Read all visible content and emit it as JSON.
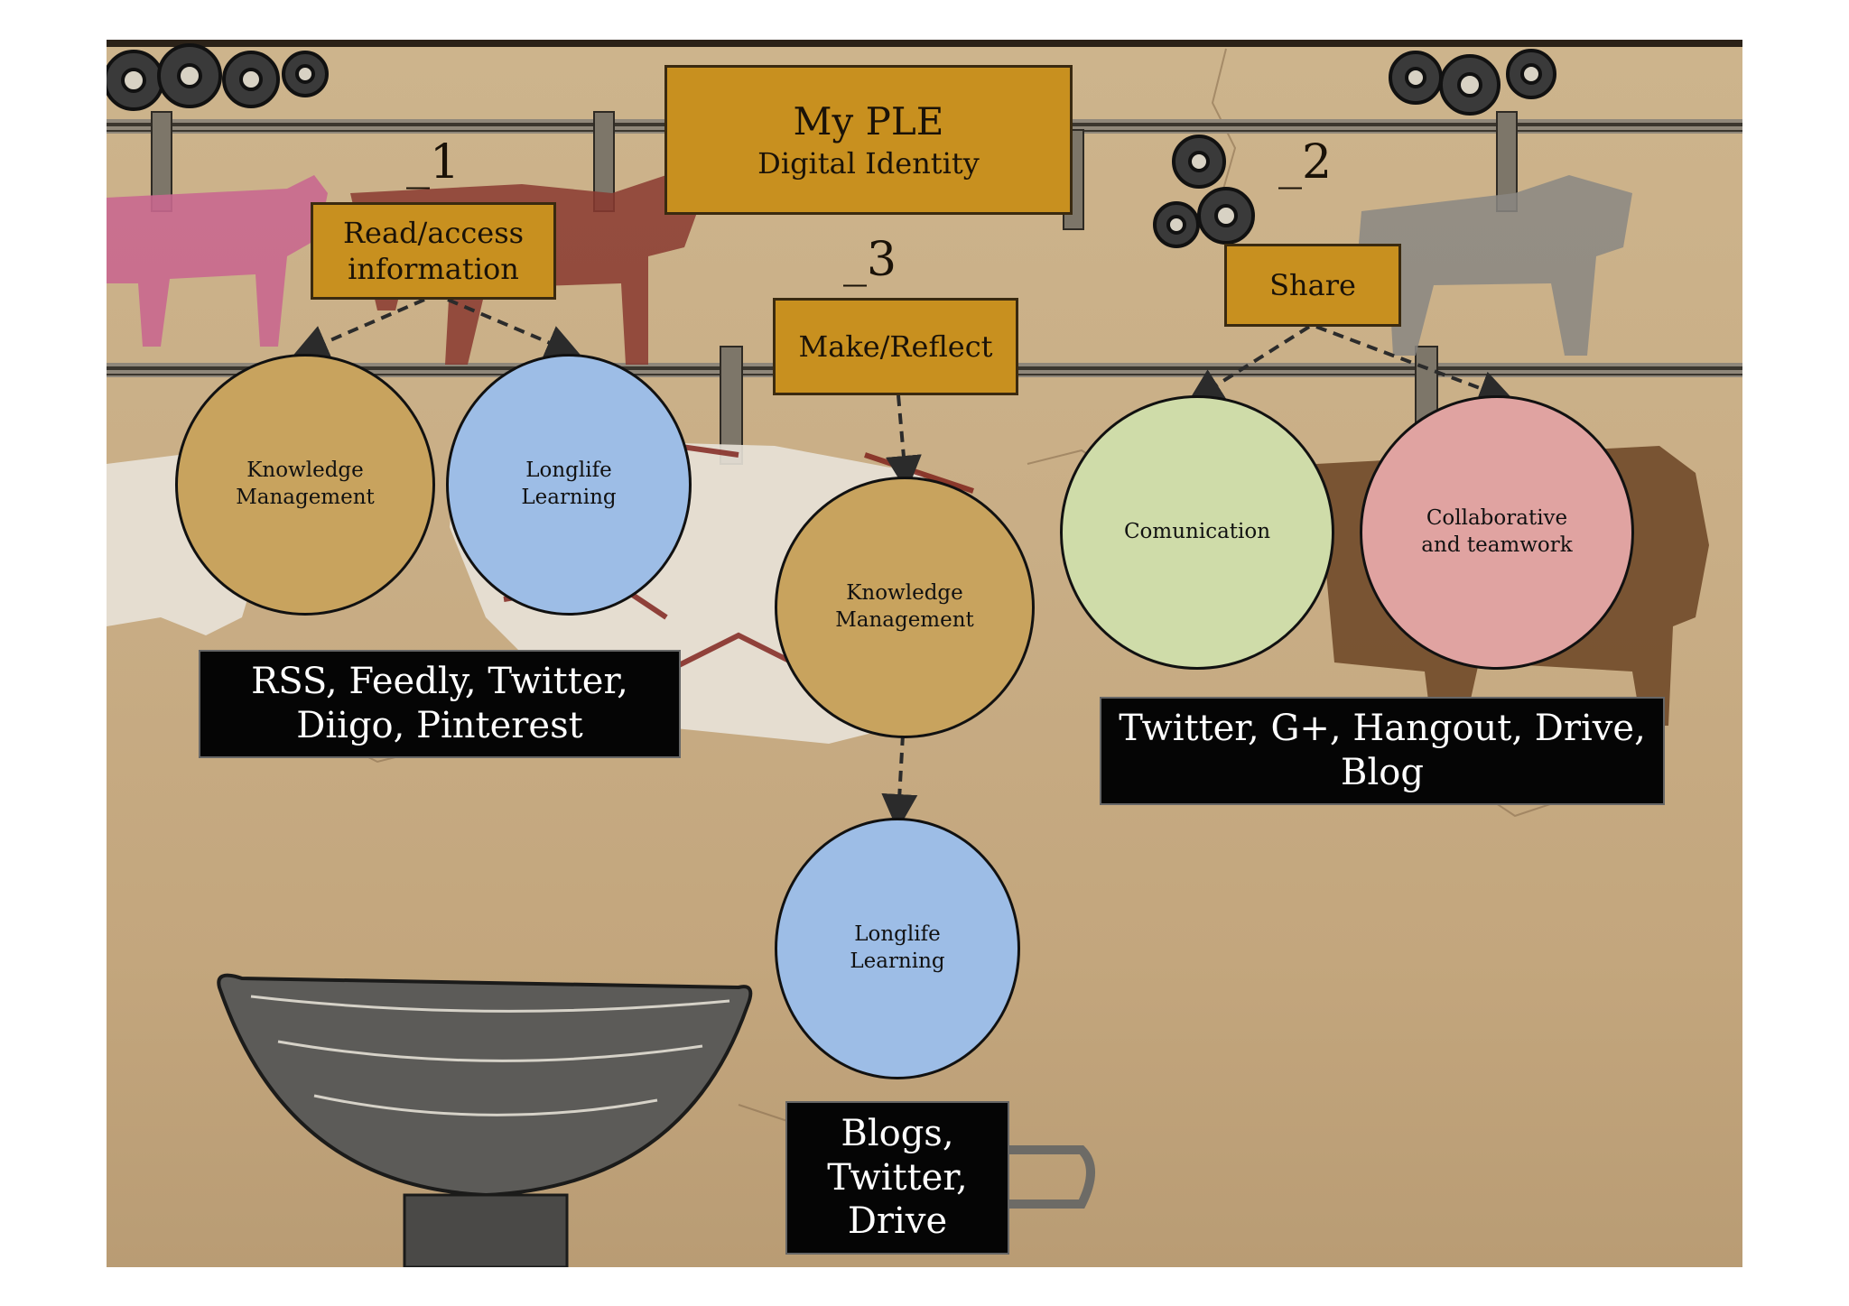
{
  "title": {
    "main": "My PLE",
    "sub": "Digital Identity"
  },
  "steps": [
    {
      "number": "_1",
      "action": "Read/access\ninformation"
    },
    {
      "number": "_2",
      "action": "Share"
    },
    {
      "number": "_3",
      "action": "Make/Reflect"
    }
  ],
  "circles": {
    "read_knowledge": "Knowledge\nManagement",
    "read_learning": "Longlife\nLearning",
    "make_knowledge": "Knowledge\nManagement",
    "make_learning": "Longlife\nLearning",
    "share_communication": "Comunication",
    "share_collaborative": "Collaborative\nand teamwork"
  },
  "tools": {
    "read": "RSS, Feedly, Twitter,\nDiigo, Pinterest",
    "share": "Twitter, G+, Hangout, Drive,\nBlog",
    "make": "Blogs,\nTwitter,\nDrive"
  },
  "colors": {
    "box": "#c8901f",
    "knowledge": "#c8a35e",
    "learning": "#9dbde6",
    "communication": "#cfdca9",
    "collaborative": "#e0a3a1",
    "tools_bg": "#050505"
  }
}
